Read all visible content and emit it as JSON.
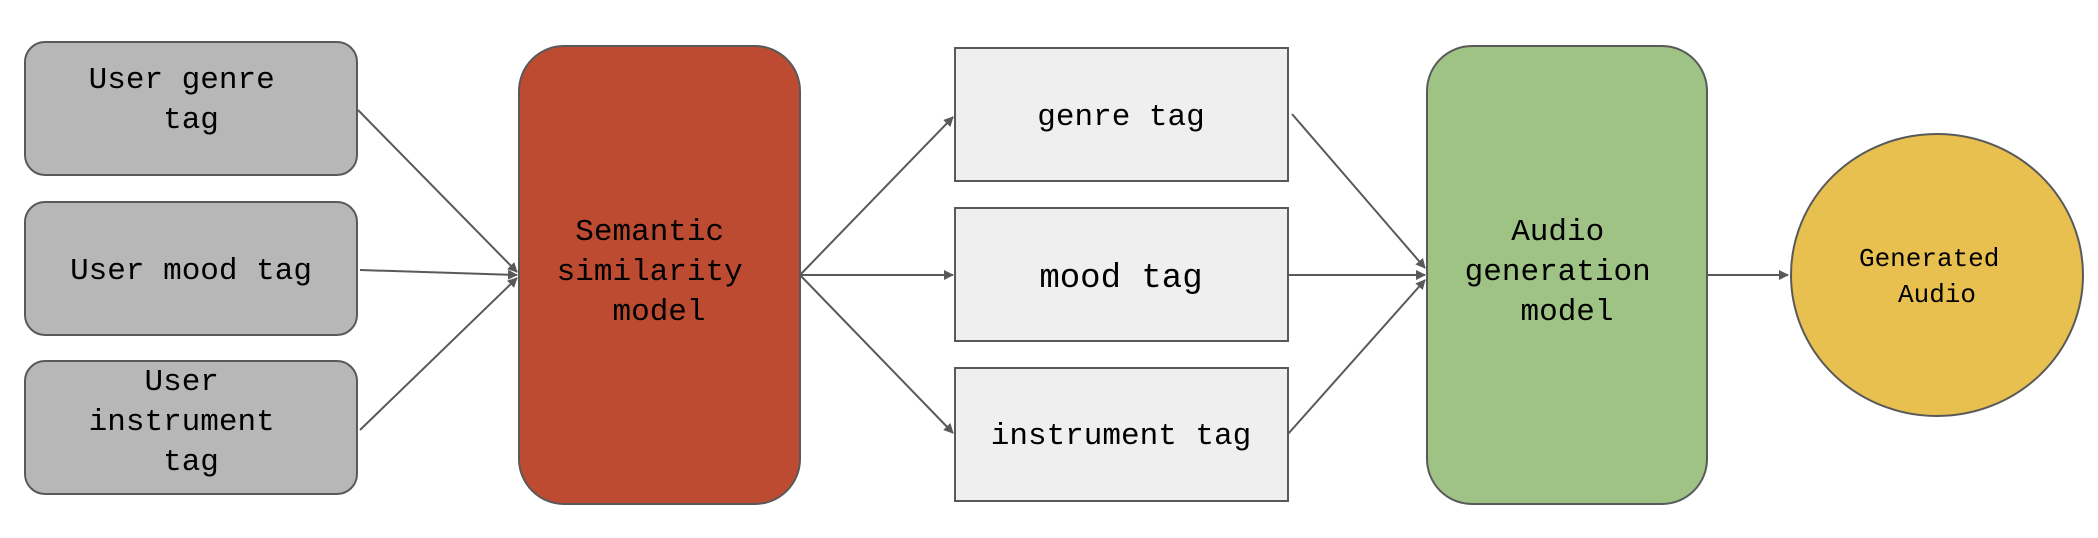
{
  "diagram": {
    "inputs": [
      {
        "id": "user-genre",
        "lines": [
          "User genre",
          "tag"
        ]
      },
      {
        "id": "user-mood",
        "lines": [
          "User mood tag"
        ]
      },
      {
        "id": "user-instrument",
        "lines": [
          "User",
          "instrument",
          "tag"
        ]
      }
    ],
    "similarity_model": {
      "lines": [
        "Semantic",
        "similarity",
        "model"
      ]
    },
    "tags": [
      {
        "id": "genre",
        "lines": [
          "genre tag"
        ]
      },
      {
        "id": "mood",
        "lines": [
          "mood tag"
        ]
      },
      {
        "id": "instrument",
        "lines": [
          "instrument tag"
        ]
      }
    ],
    "generation_model": {
      "lines": [
        "Audio",
        "generation",
        "model"
      ]
    },
    "output": {
      "lines": [
        "Generated",
        "Audio"
      ]
    }
  },
  "colors": {
    "input_fill": "#b7b7b7",
    "similarity_fill": "#bd4b31",
    "tag_fill": "#efefef",
    "generation_fill": "#9ec385",
    "output_fill": "#e8c04f",
    "stroke": "#595959"
  }
}
